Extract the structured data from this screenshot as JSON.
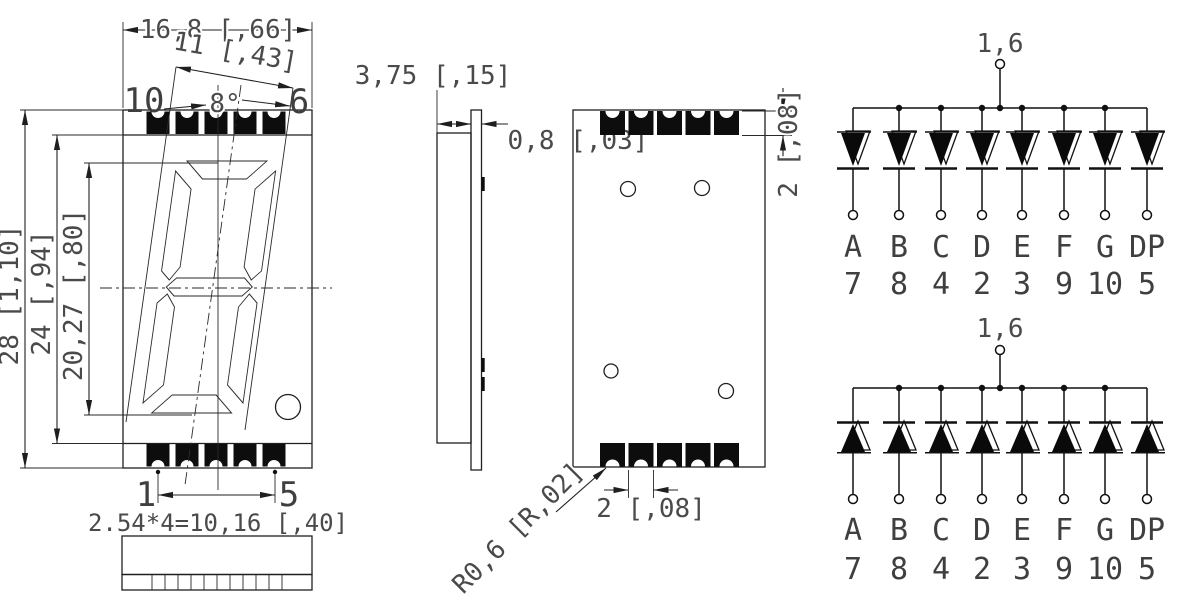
{
  "front_view": {
    "dim_overall_width": "16,8 [,66]",
    "dim_digit_width": "11 [,43]",
    "dim_slant_angle": "8°",
    "dim_overall_height": "28 [1,10]",
    "dim_inner_height": "24 [,94]",
    "dim_digit_height": "20,27 [,80]",
    "dim_pin_pitch": "2.54*4=10,16 [,40]",
    "pin_top_left": "10",
    "pin_top_right": "6",
    "pin_bottom_left": "1",
    "pin_bottom_right": "5"
  },
  "side_view": {
    "dim_total_thickness": "3,75 [,15]",
    "dim_substrate_thickness": "0,8 [,03]"
  },
  "back_view": {
    "dim_pad_length": "2 [,08]",
    "dim_pad_width": "2 [,08]",
    "dim_notch_radius": "R0,6 [R,02]"
  },
  "schematics": {
    "common_anode": {
      "common_pins_label": "1,6",
      "segment_labels": [
        "A",
        "B",
        "C",
        "D",
        "E",
        "F",
        "G",
        "DP"
      ],
      "pin_numbers": [
        "7",
        "8",
        "4",
        "2",
        "3",
        "9",
        "10",
        "5"
      ]
    },
    "common_cathode": {
      "common_pins_label": "1,6",
      "segment_labels": [
        "A",
        "B",
        "C",
        "D",
        "E",
        "F",
        "G",
        "DP"
      ],
      "pin_numbers": [
        "7",
        "8",
        "4",
        "2",
        "3",
        "9",
        "10",
        "5"
      ]
    }
  }
}
